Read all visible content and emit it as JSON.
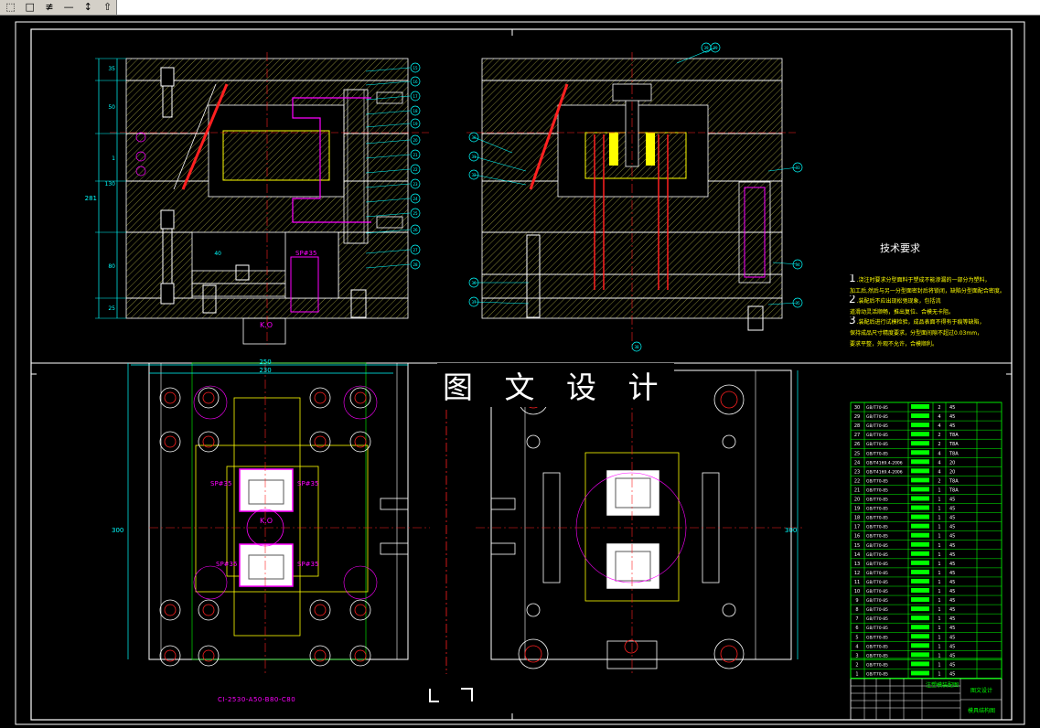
{
  "toolbar": {
    "buttons": [
      {
        "name": "zoom-window-icon",
        "glyph": "⬚"
      },
      {
        "name": "rectangle-select-icon",
        "glyph": "□"
      },
      {
        "name": "align-icon",
        "glyph": "≢"
      },
      {
        "name": "line-icon",
        "glyph": "—"
      },
      {
        "name": "move-icon",
        "glyph": "↕"
      },
      {
        "name": "stretch-icon",
        "glyph": "⇧"
      }
    ]
  },
  "drawing": {
    "watermark": "图 文 设 计",
    "tech_requirements_title": "技术要求",
    "tech_requirements": [
      {
        "num": "1",
        "text": ".浇注时要求分型面料于塑成不能渗漏的一部分为塑料，"
      },
      {
        "num": "",
        "text": "加工后,然后与另一分型面密封后将锁闭，缺陷分型面配合密度。"
      },
      {
        "num": "2",
        "text": ".装配后不应出现松弛现象，包括流"
      },
      {
        "num": "",
        "text": "道滑动灵活顺畅，推出复位、合模无卡阻。"
      },
      {
        "num": "3",
        "text": ".装配后进行试模检验，成品表面不得有于痕等缺陷，"
      },
      {
        "num": "",
        "text": "保持成品尺寸精度要求，分型面间隙不超过0.03mm，"
      },
      {
        "num": "",
        "text": "要求平整，外观不允许，合模顺利。"
      }
    ],
    "model_label": "CI-2530-A50-B80-C80",
    "sp_labels": [
      "SP#35",
      "SP#35",
      "SP#35",
      "SP#35",
      "SP#35"
    ],
    "ko_labels": [
      "K.O",
      "K.O"
    ],
    "dimensions": {
      "overall_width": "250",
      "inner_width": "230",
      "height_left": "300",
      "height_right": "300",
      "side_height": "281",
      "d35": "35",
      "d50": "50",
      "d130": "130",
      "d80": "80",
      "d25": "25",
      "d40": "40",
      "i": "1"
    },
    "balloon_numbers_left": [
      "15",
      "16",
      "17",
      "18",
      "19",
      "20",
      "21",
      "22",
      "23",
      "24",
      "25",
      "26",
      "27",
      "28"
    ],
    "balloon_numbers_right": [
      "29",
      "30",
      "31",
      "32",
      "33",
      "34",
      "35",
      "36",
      "37",
      "38",
      "39"
    ],
    "bom_rows": [
      {
        "no": "30",
        "part": "GB/T70-85",
        "qty": "2",
        "mat": "45"
      },
      {
        "no": "29",
        "part": "GB/T70-85",
        "qty": "4",
        "mat": "45"
      },
      {
        "no": "28",
        "part": "GB/T70-85",
        "qty": "4",
        "mat": "45"
      },
      {
        "no": "27",
        "part": "GB/T70-85",
        "qty": "2",
        "mat": "T8A"
      },
      {
        "no": "26",
        "part": "GB/T70-85",
        "qty": "2",
        "mat": "T8A"
      },
      {
        "no": "25",
        "part": "GB/T70-85",
        "qty": "4",
        "mat": "T8A"
      },
      {
        "no": "24",
        "part": "GB/T4169.4-2006",
        "qty": "4",
        "mat": "20"
      },
      {
        "no": "23",
        "part": "GB/T4169.4-2006",
        "qty": "4",
        "mat": "20"
      },
      {
        "no": "22",
        "part": "GB/T70-85",
        "qty": "2",
        "mat": "T8A"
      },
      {
        "no": "21",
        "part": "GB/T70-85",
        "qty": "1",
        "mat": "T8A"
      },
      {
        "no": "20",
        "part": "GB/T70-85",
        "qty": "1",
        "mat": "45"
      },
      {
        "no": "19",
        "part": "GB/T70-85",
        "qty": "1",
        "mat": "45"
      },
      {
        "no": "18",
        "part": "GB/T70-85",
        "qty": "1",
        "mat": "45"
      },
      {
        "no": "17",
        "part": "GB/T70-85",
        "qty": "1",
        "mat": "45"
      },
      {
        "no": "16",
        "part": "GB/T70-85",
        "qty": "1",
        "mat": "45"
      },
      {
        "no": "15",
        "part": "GB/T70-85",
        "qty": "1",
        "mat": "45"
      },
      {
        "no": "14",
        "part": "GB/T70-85",
        "qty": "1",
        "mat": "45"
      },
      {
        "no": "13",
        "part": "GB/T70-85",
        "qty": "1",
        "mat": "45"
      },
      {
        "no": "12",
        "part": "GB/T70-85",
        "qty": "1",
        "mat": "45"
      },
      {
        "no": "11",
        "part": "GB/T70-85",
        "qty": "1",
        "mat": "45"
      },
      {
        "no": "10",
        "part": "GB/T70-85",
        "qty": "1",
        "mat": "45"
      },
      {
        "no": "9",
        "part": "GB/T70-85",
        "qty": "1",
        "mat": "45"
      },
      {
        "no": "8",
        "part": "GB/T70-85",
        "qty": "1",
        "mat": "45"
      },
      {
        "no": "7",
        "part": "GB/T70-85",
        "qty": "1",
        "mat": "45"
      },
      {
        "no": "6",
        "part": "GB/T70-85",
        "qty": "1",
        "mat": "45"
      },
      {
        "no": "5",
        "part": "GB/T70-85",
        "qty": "1",
        "mat": "45"
      },
      {
        "no": "4",
        "part": "GB/T70-85",
        "qty": "1",
        "mat": "45"
      },
      {
        "no": "3",
        "part": "GB/T70-85",
        "qty": "1",
        "mat": "45"
      },
      {
        "no": "2",
        "part": "GB/T70-85",
        "qty": "1",
        "mat": "45"
      },
      {
        "no": "1",
        "part": "GB/T70-85",
        "qty": "1",
        "mat": "45"
      }
    ],
    "title_block": {
      "title": "注塑模装配图",
      "company": "图文设计",
      "drawing": "模具结构图"
    },
    "colors": {
      "hatch": "#ffff66",
      "frame": "#ffffff",
      "cyan": "#00ffff",
      "red": "#ff2020",
      "magenta": "#ff00ff",
      "green": "#00ff00",
      "yellow": "#ffff00"
    }
  }
}
